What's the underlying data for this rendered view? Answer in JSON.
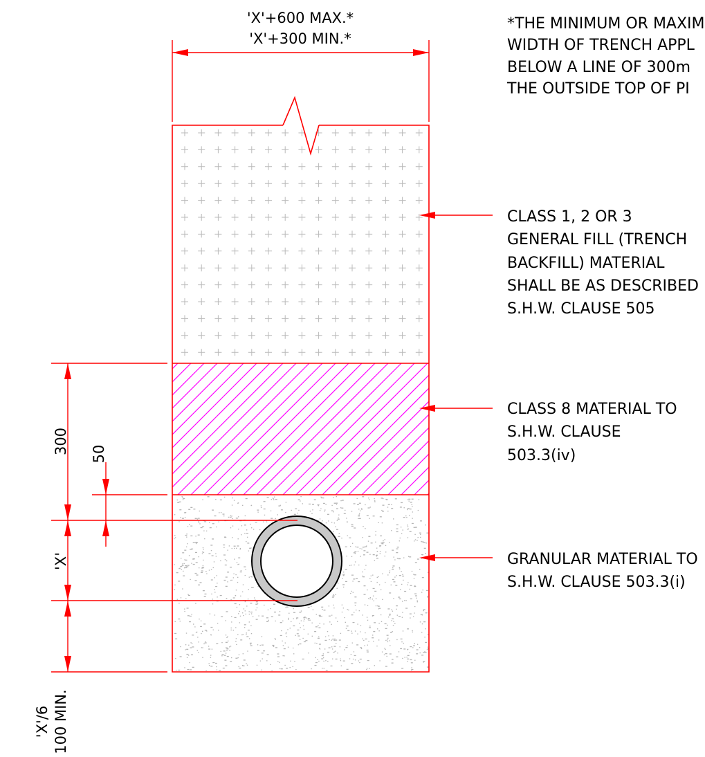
{
  "dimensions": {
    "top_max": "'X'+600 MAX.*",
    "top_min": "'X'+300 MIN.*",
    "dim_300": "300",
    "dim_50": "50",
    "dim_x": "'X'",
    "dim_x6": "'X'/6",
    "dim_100min": "100 MIN."
  },
  "notes": {
    "width_note": [
      "*THE MINIMUM OR MAXIM",
      "WIDTH OF TRENCH APPL",
      "BELOW A LINE OF 300m",
      "THE OUTSIDE TOP OF PI"
    ],
    "general_fill": [
      "CLASS 1, 2 OR 3",
      "GENERAL FILL (TRENCH",
      "BACKFILL) MATERIAL",
      "SHALL BE AS DESCRIBED",
      "S.H.W. CLAUSE 505"
    ],
    "class8": [
      "CLASS 8 MATERIAL TO",
      "S.H.W. CLAUSE",
      "503.3(iv)"
    ],
    "granular": [
      "GRANULAR MATERIAL TO",
      "S.H.W. CLAUSE 503.3(i)"
    ]
  },
  "colors": {
    "line": "#ff0000",
    "hatch": "#ff00ff",
    "pipe_wall": "#c8c8c8",
    "fill_marks": "#b4b4b4",
    "text": "#000000"
  }
}
